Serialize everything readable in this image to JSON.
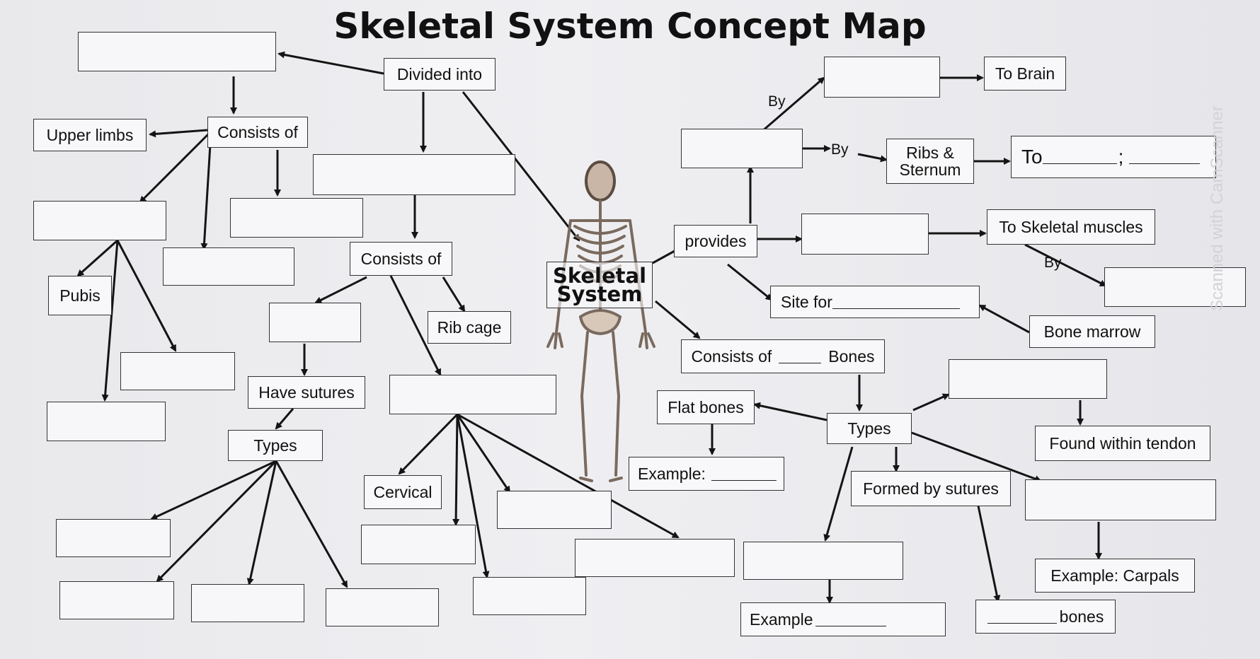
{
  "title": "Skeletal System Concept Map",
  "center": "Skeletal System",
  "labels": {
    "divided_into": "Divided into",
    "consists_of_1": "Consists of",
    "upper_limbs": "Upper limbs",
    "pubis": "Pubis",
    "consists_of_2": "Consists of",
    "rib_cage": "Rib cage",
    "have_sutures": "Have sutures",
    "types_1": "Types",
    "cervical": "Cervical",
    "provides": "provides",
    "by_1": "By",
    "by_2": "By",
    "by_3": "By",
    "to_brain": "To Brain",
    "ribs_sternum": "Ribs & Sternum",
    "to_prefix": "To",
    "to_sep": ";",
    "to_skeletal_muscles": "To Skeletal muscles",
    "site_for": "Site for",
    "bone_marrow": "Bone marrow",
    "consists_of_prefix": "Consists of",
    "bones_suffix": "Bones",
    "flat_bones": "Flat bones",
    "example_colon": "Example:",
    "types_2": "Types",
    "formed_by_sutures": "Formed by sutures",
    "found_within_tendon": "Found within tendon",
    "example_carpals": "Example: Carpals",
    "example_plain": "Example",
    "bones_plain": "bones"
  },
  "watermark": "Scanned with CamScanner",
  "colors": {
    "line": "#141414",
    "box_border": "#333333",
    "background": "#ececef"
  }
}
